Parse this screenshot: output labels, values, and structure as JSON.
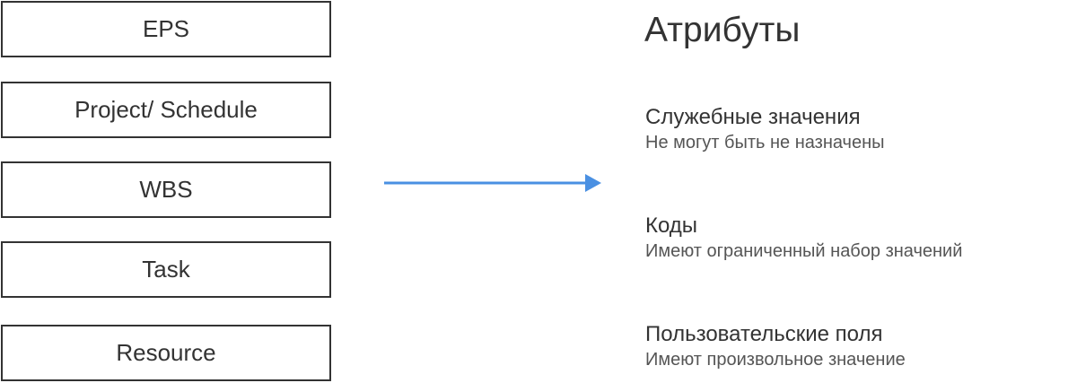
{
  "hierarchy": {
    "levels": [
      {
        "label": "EPS"
      },
      {
        "label": "Project/ Schedule"
      },
      {
        "label": "WBS"
      },
      {
        "label": "Task"
      },
      {
        "label": "Resource"
      }
    ]
  },
  "arrow": {
    "color": "#4a90e2"
  },
  "attributes_panel": {
    "title": "Атрибуты",
    "items": [
      {
        "name": "Служебные значения",
        "description": "Не могут быть не назначены"
      },
      {
        "name": "Коды",
        "description": "Имеют ограниченный набор значений"
      },
      {
        "name": "Пользовательские поля",
        "description": "Имеют произвольное значение"
      }
    ]
  }
}
